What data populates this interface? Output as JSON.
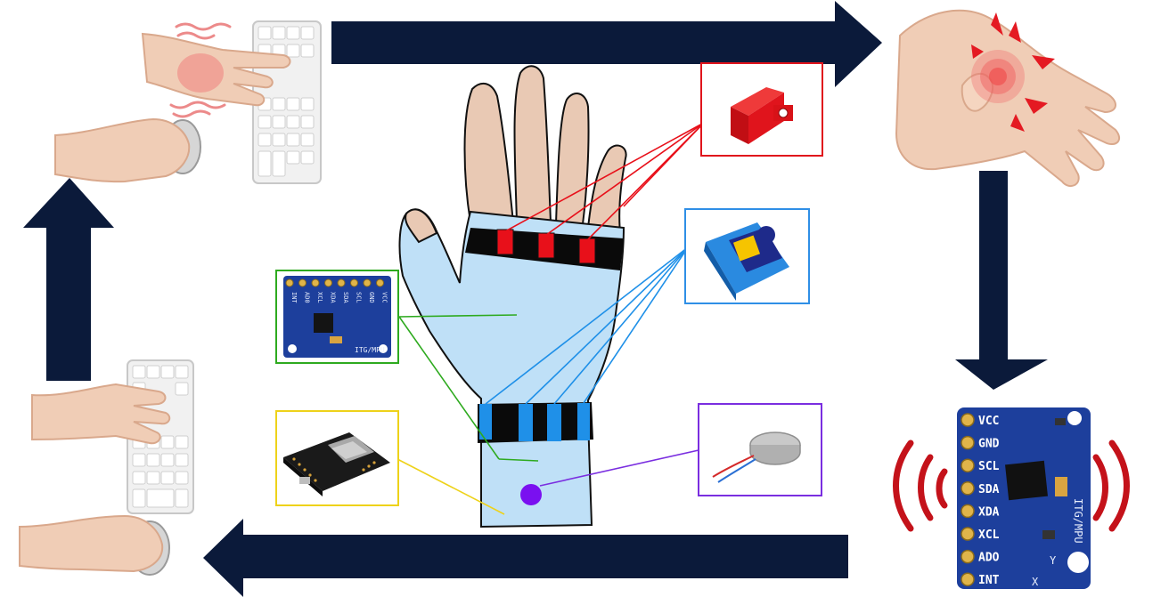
{
  "colors": {
    "arrow": "#0b1a3a",
    "skin": "#e9c9b4",
    "glove": "#bfe0f7",
    "band": "#0a0a0a",
    "flex_sensor": "#e8101a",
    "servo_sensor": "#1f90e8",
    "box_red": "#e0141c",
    "box_blue": "#2f8fe6",
    "box_green": "#2eaa1f",
    "box_yellow": "#eed21a",
    "box_purple": "#7a2ee0",
    "pcb_blue": "#1d3f9c",
    "vibration_red": "#c4121a"
  },
  "icons": {
    "top_left": "keyboard-and-mouse-with-wrist-pain-icon",
    "top_right": "wrist-pain-icon",
    "bottom_left": "keyboard-and-mouse-typing-icon",
    "bottom_right": "vibrating-imu-sensor-icon",
    "center": "sensor-glove-icon",
    "components": [
      "flex-sensor-icon",
      "servo-motor-icon",
      "imu-module-icon",
      "esp32-board-icon",
      "vibration-motor-icon"
    ]
  },
  "imu_small": {
    "pins": [
      "INT",
      "AD0",
      "XCL",
      "XDA",
      "SDA",
      "SCL",
      "GND",
      "VCC"
    ],
    "chip_label": "ITG/MPU"
  },
  "imu_large": {
    "pins": [
      "VCC",
      "GND",
      "SCL",
      "SDA",
      "XDA",
      "XCL",
      "ADO",
      "INT"
    ],
    "chip_label": "ITG/MPU",
    "axis_y": "Y",
    "axis_x": "X"
  }
}
